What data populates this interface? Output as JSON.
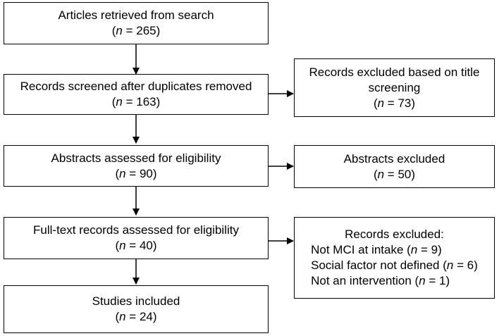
{
  "flow": {
    "retrieved": {
      "label": "Articles retrieved from search",
      "n_var": "n",
      "n_value": "265"
    },
    "screened": {
      "label": "Records screened after duplicates removed",
      "n_var": "n",
      "n_value": "163"
    },
    "abstracts": {
      "label": "Abstracts assessed for eligibility",
      "n_var": "n",
      "n_value": "90"
    },
    "fulltext": {
      "label": "Full-text records assessed for eligibility",
      "n_var": "n",
      "n_value": "40"
    },
    "included": {
      "label": "Studies included",
      "n_var": "n",
      "n_value": "24"
    }
  },
  "exclusions": {
    "title": {
      "label_line1": "Records excluded based on title",
      "label_line2": "screening",
      "n_var": "n",
      "n_value": "73"
    },
    "abstracts": {
      "label": "Abstracts excluded",
      "n_var": "n",
      "n_value": "50"
    },
    "records": {
      "label": "Records excluded:",
      "reasons": [
        {
          "text": "Not MCI at intake",
          "n_var": "n",
          "n_value": "9"
        },
        {
          "text": "Social factor not defined",
          "n_var": "n",
          "n_value": "6"
        },
        {
          "text": "Not an intervention",
          "n_var": "n",
          "n_value": "1"
        }
      ]
    }
  }
}
